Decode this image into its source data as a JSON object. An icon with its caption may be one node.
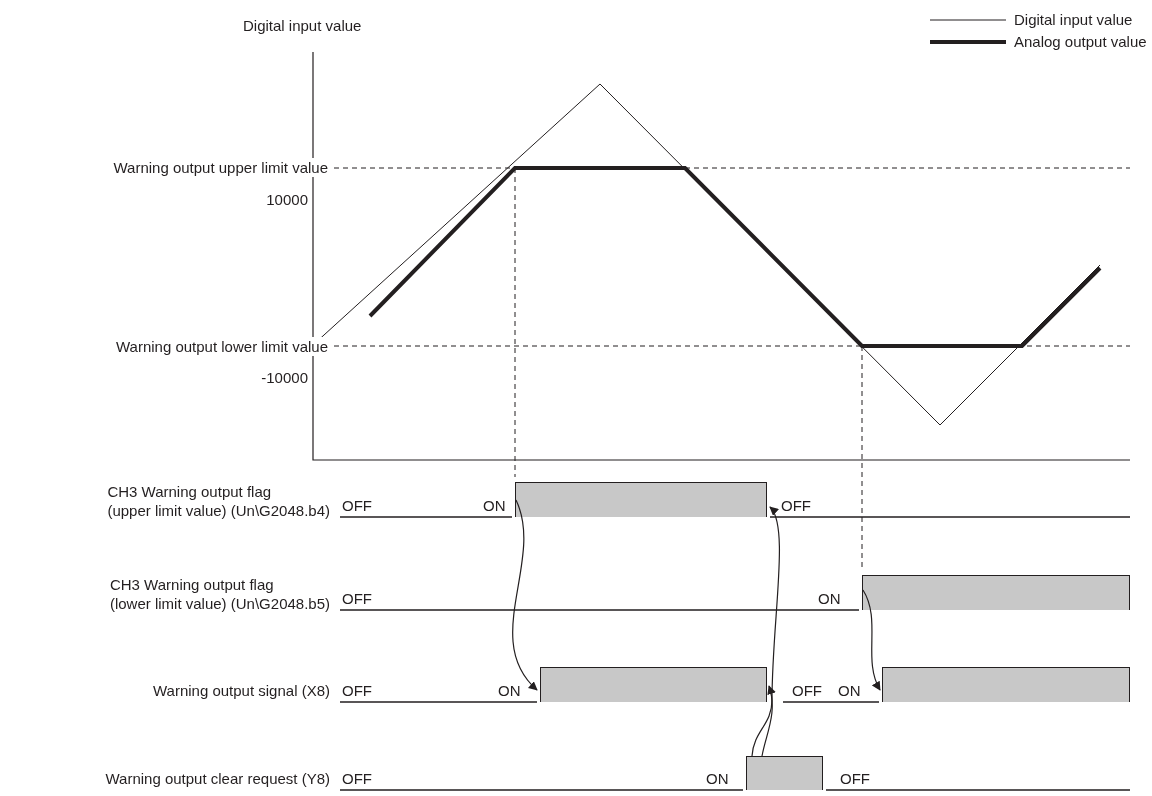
{
  "diagram": {
    "nodes": [
      {
        "text": [
          "CH3 Warning output flag (upper limit value) (Un\\G2048.b4)"
        ]
      },
      {
        "text": [
          "CH3 Warning output flag (lower limit value) (Un\\G2048.b5)"
        ]
      },
      {
        "text": [
          "Warning output signal (X8)"
        ]
      },
      {
        "text": [
          "Warning output clear request (Y8)"
        ]
      },
      {
        "text": [],
        "shape": "bar",
        "in": 0
      },
      {
        "text": [],
        "shape": "bar",
        "in": 1
      },
      {
        "text": [],
        "shape": "bar",
        "in": 2
      },
      {
        "text": [],
        "shape": "bar",
        "in": 2
      },
      {
        "text": [],
        "shape": "bar",
        "in": 3
      }
    ],
    "edges": [
      {
        "from": 4,
        "to": 6,
        "arrow": "to"
      },
      {
        "from": 8,
        "to": 4,
        "arrow": "to"
      },
      {
        "from": 8,
        "to": 6,
        "arrow": "to"
      },
      {
        "from": 5,
        "to": 7,
        "arrow": "to"
      }
    ],
    "labels": [
      "Digital input value",
      "Warning output upper limit value",
      "10000",
      "Warning output lower limit value",
      "-10000",
      "OFF",
      "ON",
      "OFF",
      "OFF",
      "ON",
      "OFF",
      "ON",
      "OFF",
      "ON",
      "OFF",
      "ON",
      "OFF"
    ],
    "legend": [
      {
        "text": "Digital input value"
      },
      {
        "text": "Analog output value"
      }
    ]
  }
}
